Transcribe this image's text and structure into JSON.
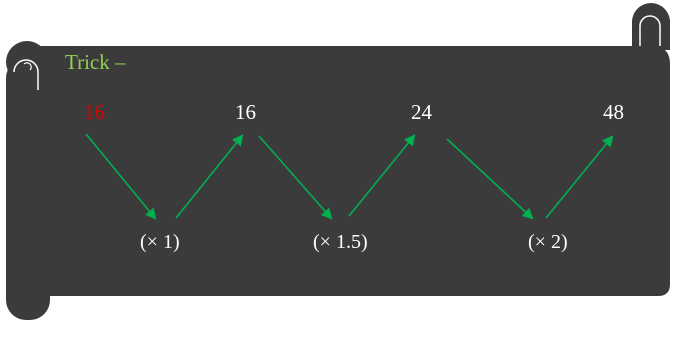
{
  "title": "Trick –",
  "sequence": [
    "16",
    "16",
    "24",
    "48"
  ],
  "operations": [
    "(× 1)",
    "(× 1.5)",
    "(× 2)"
  ],
  "colors": {
    "background": "#3b3b3b",
    "scroll_edge": "#2f2f2f",
    "title": "#92d050",
    "start_number": "#e00000",
    "text": "#ffffff",
    "arrow": "#00b050"
  }
}
